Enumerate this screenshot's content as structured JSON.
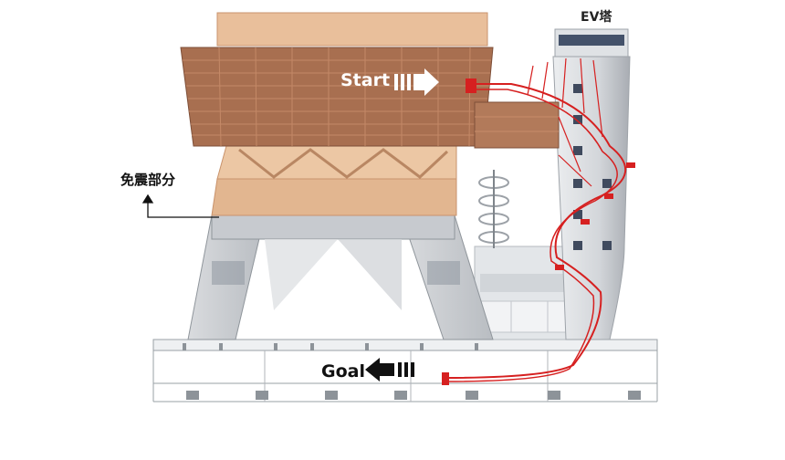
{
  "labels": {
    "ev_tower": "EV塔",
    "isolation_part": "免震部分",
    "start": "Start",
    "goal": "Goal"
  },
  "icons": {
    "start_arrow": "right-arrow-icon",
    "goal_arrow": "left-arrow-icon",
    "isolation_pointer": "up-arrow-icon"
  },
  "colors": {
    "building_top": "#a86f50",
    "building_tint": "#e2b690",
    "structure_gray": "#c9ccd0",
    "tower_gray": "#cfd2d6",
    "slide_red": "#d62020",
    "label_dark": "#111111"
  }
}
